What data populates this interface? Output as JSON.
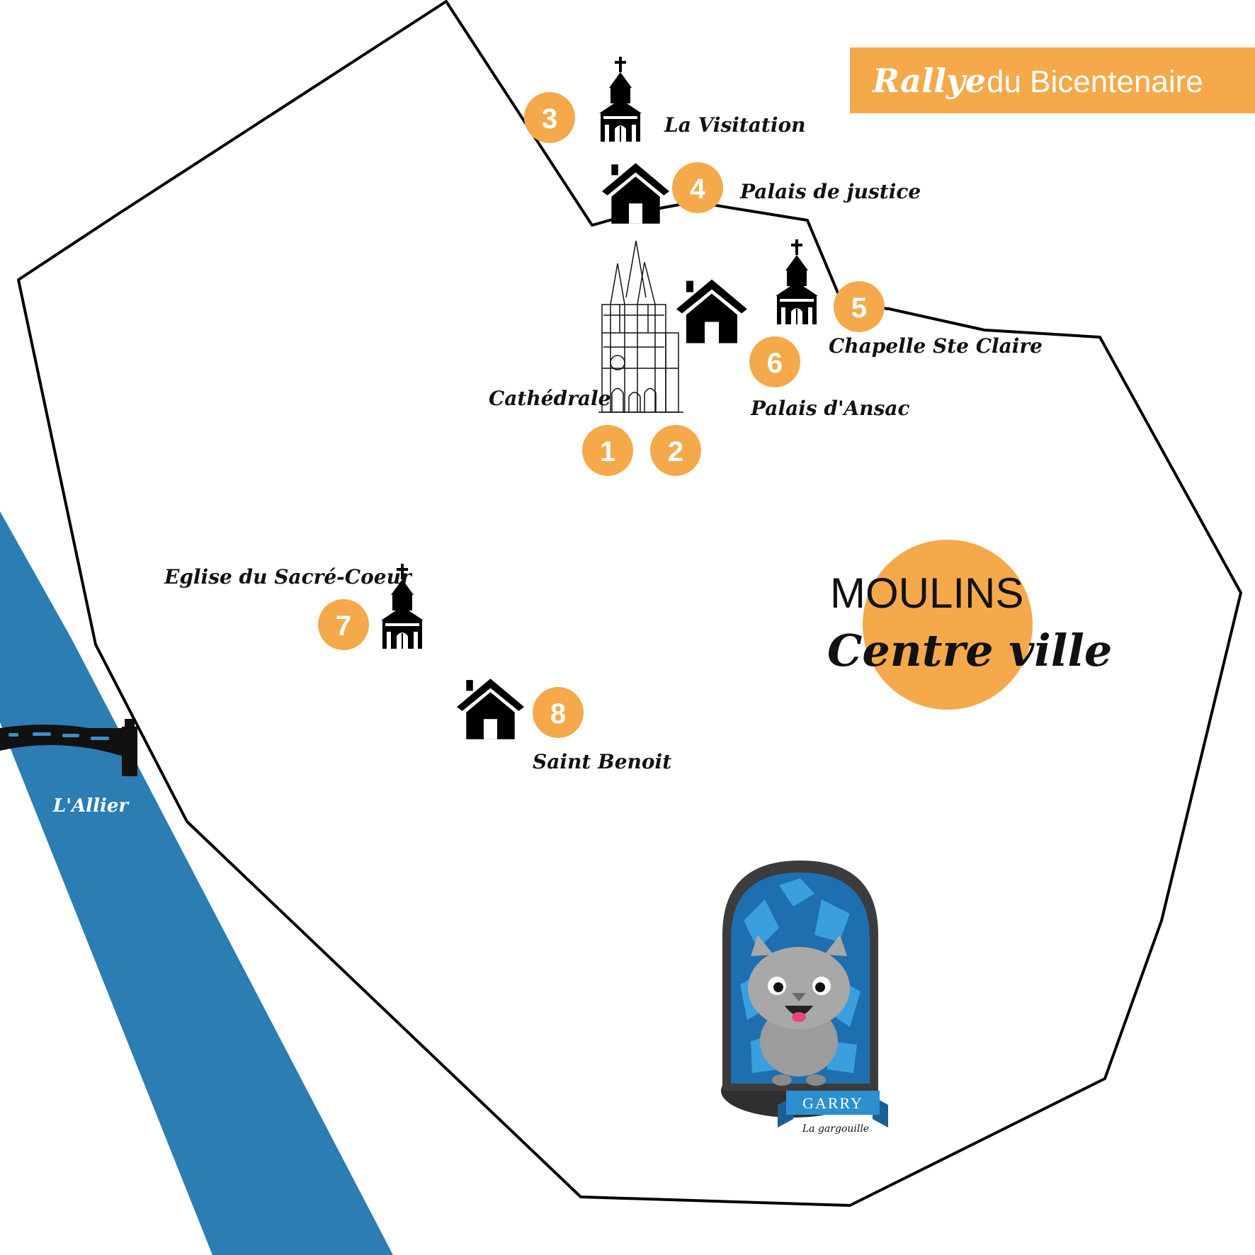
{
  "banner": {
    "script_text": "Rallye",
    "plain_text": "du Bicentenaire",
    "color": "#f5a94a"
  },
  "city": {
    "title": "MOULINS",
    "subtitle": "Centre ville",
    "accent_color": "#f5a94a"
  },
  "river": {
    "label": "L'Allier",
    "color": "#2b7db4"
  },
  "markers": [
    {
      "number": "1",
      "label": "Cathédrale",
      "icon": "cathedral-icon"
    },
    {
      "number": "2",
      "label": "",
      "icon": ""
    },
    {
      "number": "3",
      "label": "La Visitation",
      "icon": "church-icon"
    },
    {
      "number": "4",
      "label": "Palais de justice",
      "icon": "house-icon"
    },
    {
      "number": "5",
      "label": "Chapelle Ste Claire",
      "icon": "church-icon"
    },
    {
      "number": "6",
      "label": "Palais d'Ansac",
      "icon": "house-icon"
    },
    {
      "number": "7",
      "label": "Eglise du Sacré-Coeur",
      "icon": "church-icon"
    },
    {
      "number": "8",
      "label": "Saint Benoit",
      "icon": "house-icon"
    }
  ],
  "mascot": {
    "name": "GARRY",
    "subtitle": "La gargouille",
    "icon": "gargoyle-stained-glass-icon"
  },
  "colors": {
    "marker": "#f5a94a",
    "outline": "#000000"
  }
}
